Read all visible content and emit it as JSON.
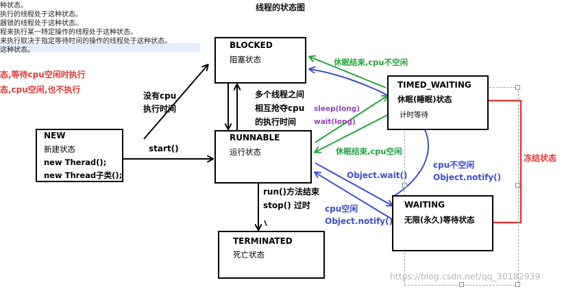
{
  "title": "线程的状态图",
  "notes": [
    "种状态。",
    "执行的线程处于这种状态。",
    "器锁的线程处于这种状态。",
    "程来执行某一特定操作的线程处于这种状态。",
    "来执行取决于指定等待时间的操作的线程处于这种状态。",
    "这种状态。"
  ],
  "red_notes": [
    "态,等待cpu空闲时执行",
    "态,cpu空闲,也不执行"
  ],
  "states": {
    "new": {
      "name": "NEW",
      "desc": "新建状态",
      "line1": "new Therad();",
      "line2": "new Thread子类();"
    },
    "blocked": {
      "name": "BLOCKED",
      "desc": "阻塞状态"
    },
    "runnable": {
      "name": "RUNNABLE",
      "desc": "运行状态"
    },
    "terminated": {
      "name": "TERMINATED",
      "desc": "死亡状态"
    },
    "timed_waiting": {
      "name": "TIMED_WAITING",
      "desc": "休眠(睡眠)状态",
      "sub": "计时等待"
    },
    "waiting": {
      "name": "WAITING",
      "desc": "无限(永久)等待状态"
    }
  },
  "labels": {
    "no_cpu_1": "没有cpu",
    "no_cpu_2": "执行时间",
    "start": "start()",
    "contend_1": "多个线程之间",
    "contend_2": "相互抢夺cpu",
    "contend_3": "的执行时间",
    "run_end_1": "run()方法结束",
    "run_end_2": "stop() 过时",
    "sleep_end_busy": "休眠结束,cpu不空闲",
    "sleep_end_idle": "休眠结束,cpu空闲",
    "sleep_long": "sleep(long)",
    "wait_long": "wait(long)",
    "object_wait": "Object.wait()",
    "cpu_busy": "cpu不空闲",
    "notify_1": "Object.notify()",
    "cpu_idle": "cpu空闲",
    "notify_2": "Object.notify()",
    "freeze": "冻结状态"
  },
  "watermark": "https://blog.csdn.net/qq_30182939",
  "colors": {
    "green": "#22a33a",
    "blue": "#3b4fd0",
    "red": "#e53935",
    "purple": "#9a3ec2"
  }
}
